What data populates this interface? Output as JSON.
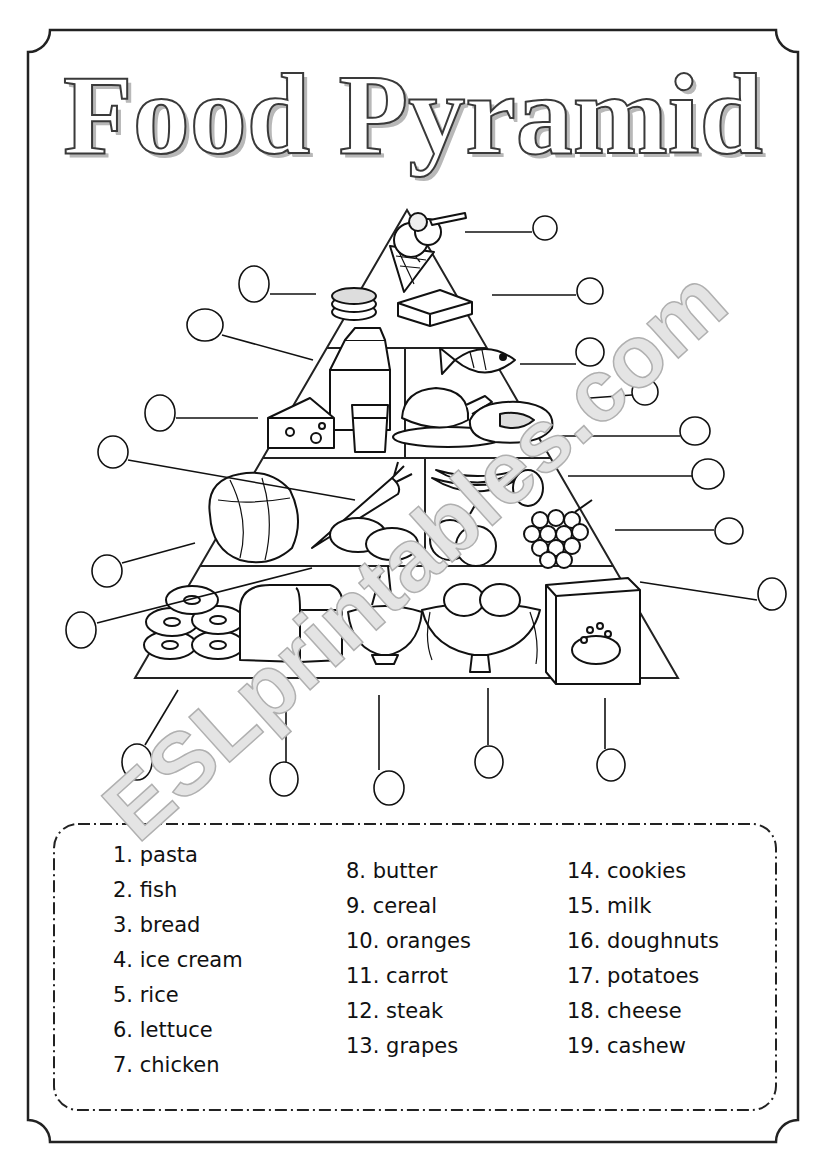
{
  "diagram": {
    "title": "Food Pyramid",
    "nodes": [
      {
        "text": [
          "1. pasta",
          "2. fish",
          "3. bread",
          "4. ice cream",
          "5. rice",
          "6. lettuce",
          "7. chicken",
          "8. butter",
          "9. cereal",
          "10. oranges",
          "11. carrot",
          "12. steak",
          "13. grapes",
          "14. cookies",
          "15. milk",
          "16. doughnuts",
          "17. potatoes",
          "18. cheese",
          "19. cashew"
        ]
      }
    ],
    "labels": [
      "ESLprintables.com"
    ]
  }
}
